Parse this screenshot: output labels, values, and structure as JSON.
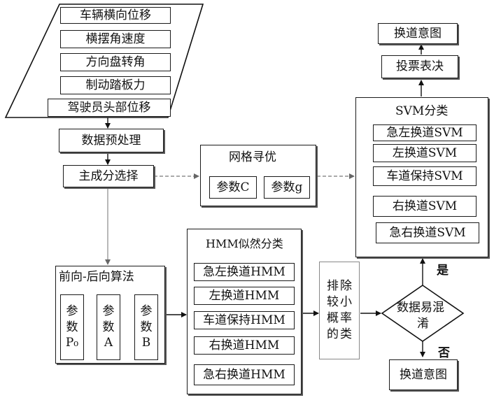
{
  "inputs": [
    "车辆横向位移",
    "横摆角速度",
    "方向盘转角",
    "制动踏板力",
    "驾驶员头部位移"
  ],
  "preprocess": "数据预处理",
  "pca": "主成分选择",
  "grid": {
    "title": "网格寻优",
    "param_c": "参数C",
    "param_g": "参数g"
  },
  "svm": {
    "title": "SVM分类",
    "items": [
      "急左换道SVM",
      "左换道SVM",
      "车道保持SVM",
      "右换道SVM",
      "急右换道SVM"
    ]
  },
  "vote": "投票表决",
  "intent_top": "换道意图",
  "fb": {
    "title": "前向-后向算法",
    "params": [
      [
        "参",
        "数",
        "P₀"
      ],
      [
        "参",
        "数",
        "A"
      ],
      [
        "参",
        "数",
        "B"
      ]
    ]
  },
  "hmm": {
    "title": "HMM似然分类",
    "items": [
      "急左换道HMM",
      "左换道HMM",
      "车道保持HMM",
      "右换道HMM",
      "急右换道HMM"
    ]
  },
  "exclude": [
    "排",
    "除",
    "较",
    "小",
    "概",
    "率",
    "的",
    "类"
  ],
  "decision": {
    "line1": "数据易混",
    "line2": "淆",
    "yes": "是",
    "no": "否"
  },
  "intent_bottom": "换道意图"
}
